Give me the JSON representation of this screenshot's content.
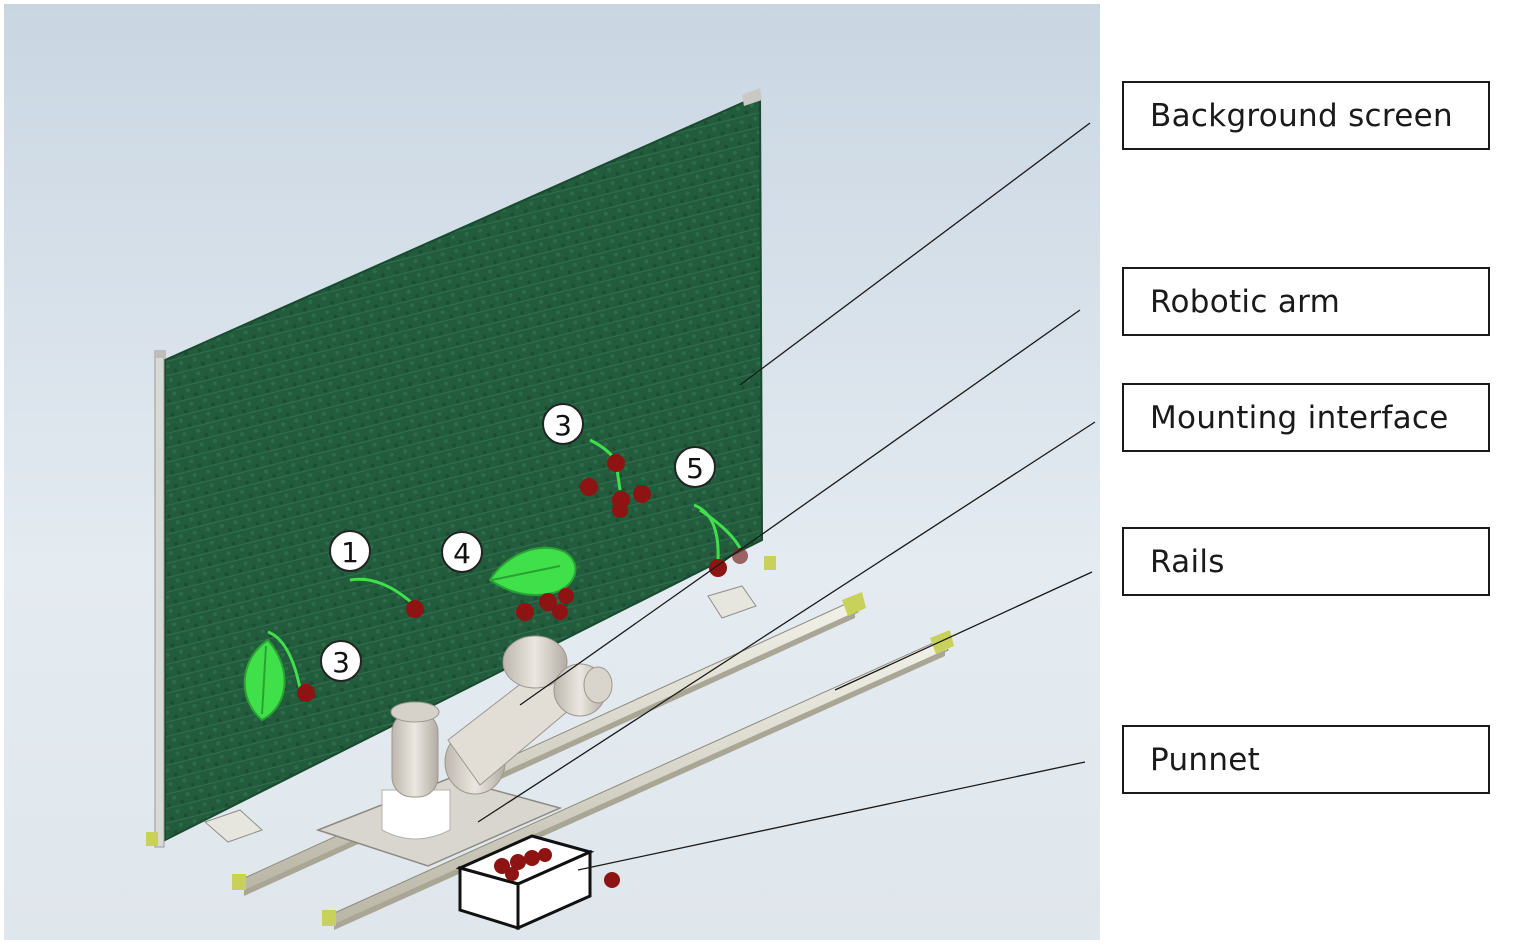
{
  "labels": {
    "background_screen": "Background screen",
    "robotic_arm": "Robotic arm",
    "mounting_interface": "Mounting interface",
    "rails": "Rails",
    "punnet": "Punnet"
  },
  "markers": [
    "1",
    "3",
    "3",
    "4",
    "5"
  ],
  "colors": {
    "screen": "#1f5a3a",
    "leaf": "#3fe04a",
    "strawberry": "#8e1414",
    "rail_tip": "#c8d25a",
    "backdrop": "#dde6ee"
  }
}
